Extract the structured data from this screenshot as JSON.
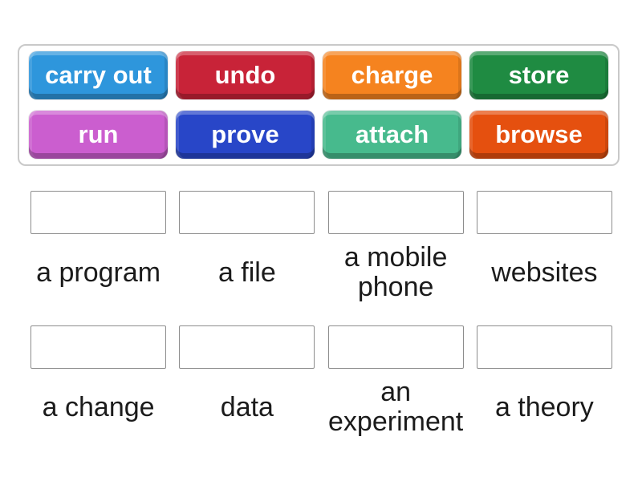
{
  "word_bank": {
    "words": [
      {
        "label": "carry out",
        "color": "#2e96dc"
      },
      {
        "label": "undo",
        "color": "#c82338"
      },
      {
        "label": "charge",
        "color": "#f5831f"
      },
      {
        "label": "store",
        "color": "#1f8b42"
      },
      {
        "label": "run",
        "color": "#cb5ecf"
      },
      {
        "label": "prove",
        "color": "#2846c8"
      },
      {
        "label": "attach",
        "color": "#47ba8d"
      },
      {
        "label": "browse",
        "color": "#e5500f"
      }
    ]
  },
  "targets": [
    "a program",
    "a file",
    "a mobile phone",
    "websites",
    "a change",
    "data",
    "an experiment",
    "a theory"
  ]
}
